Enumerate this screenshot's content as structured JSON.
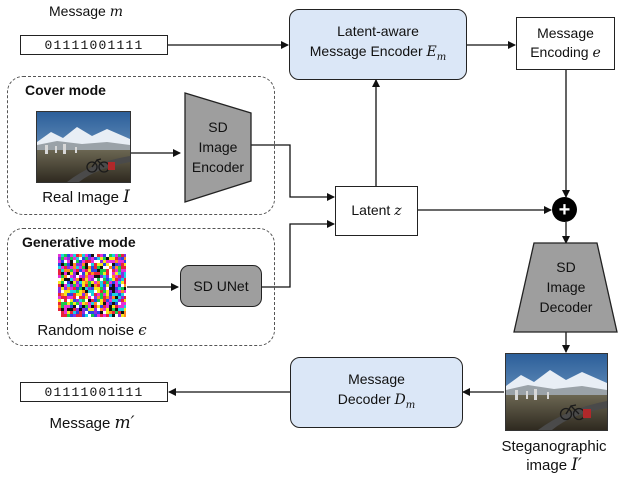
{
  "message": {
    "label_text": "Message ",
    "label_symbol": "m",
    "bits": "01111001111"
  },
  "message_out": {
    "label_text": "Message ",
    "label_symbol": "m′",
    "bits": "01111001111"
  },
  "encoder": {
    "line1": "Latent-aware",
    "line2_text": "Message Encoder ",
    "line2_symbol": "E",
    "line2_sub": "m"
  },
  "encoding": {
    "line1": "Message",
    "line2_text": "Encoding ",
    "line2_symbol": "e"
  },
  "cover_mode": {
    "title": "Cover mode",
    "image_caption_text": "Real Image ",
    "image_caption_symbol": "I"
  },
  "sd_image_encoder": {
    "line1": "SD",
    "line2": "Image",
    "line3": "Encoder"
  },
  "latent": {
    "label_text": "Latent ",
    "label_symbol": "z"
  },
  "generative_mode": {
    "title": "Generative mode",
    "noise_caption_text": "Random noise ",
    "noise_caption_symbol": "ϵ"
  },
  "sd_unet": {
    "label": "SD UNet"
  },
  "sd_image_decoder": {
    "line1": "SD",
    "line2": "Image",
    "line3": "Decoder"
  },
  "message_decoder": {
    "line1": "Message",
    "line2_text": "Decoder ",
    "line2_symbol": "D",
    "line2_sub": "m"
  },
  "stego": {
    "line1": "Steganographic",
    "line2_text": "image ",
    "line2_symbol": "I′"
  },
  "combine_symbol": "+"
}
